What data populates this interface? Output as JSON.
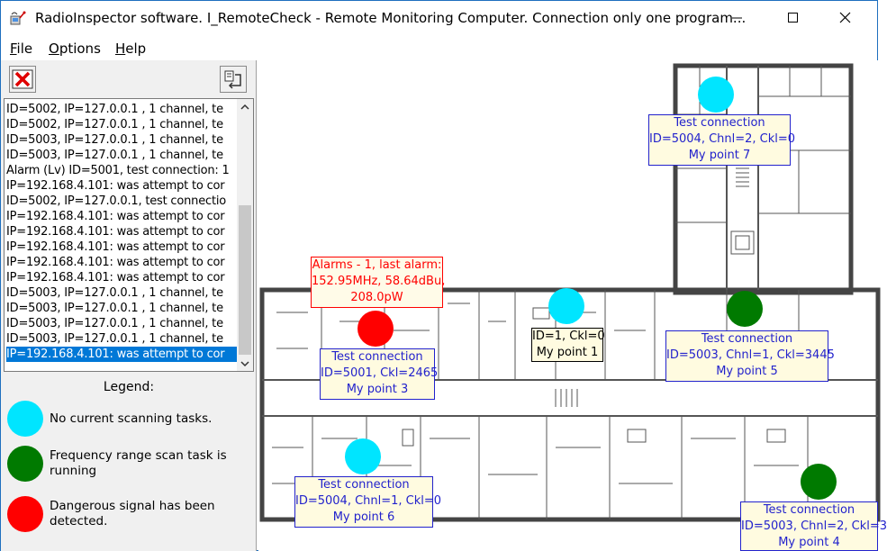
{
  "window": {
    "title": "RadioInspector software. I_RemoteCheck - Remote Monitoring Computer. Connection only one program..."
  },
  "menu": [
    "File",
    "Options",
    "Help"
  ],
  "log": [
    "ID=5002, IP=127.0.0.1 , 1 channel, te",
    "ID=5002, IP=127.0.0.1 , 1 channel, te",
    "ID=5003, IP=127.0.0.1 , 1 channel, te",
    "ID=5003, IP=127.0.0.1 , 1 channel, te",
    "Alarm (Lv) ID=5001, test connection: 1",
    "IP=192.168.4.101: was attempt to cor",
    "ID=5002, IP=127.0.0.1, test connectio",
    "IP=192.168.4.101: was attempt to cor",
    "IP=192.168.4.101: was attempt to cor",
    "IP=192.168.4.101: was attempt to cor",
    "IP=192.168.4.101: was attempt to cor",
    "IP=192.168.4.101: was attempt to cor",
    "ID=5003, IP=127.0.0.1 , 1 channel, te",
    "ID=5003, IP=127.0.0.1 , 1 channel, te",
    "ID=5003, IP=127.0.0.1 , 1 channel, te",
    "ID=5003, IP=127.0.0.1 , 1 channel, te",
    "IP=192.168.4.101: was attempt to cor"
  ],
  "legend": {
    "title": "Legend:",
    "items": [
      {
        "color": "#00e5ff",
        "text": "No current scanning tasks."
      },
      {
        "color": "#007a00",
        "text": "Frequency range scan task is running"
      },
      {
        "color": "#ff0000",
        "text": "Dangerous signal has been detected."
      }
    ]
  },
  "colors": {
    "idle": "#00e5ff",
    "scanning": "#007a00",
    "alarm": "#ff0000",
    "label_text": "#2222cc",
    "selection": "#0078d7"
  },
  "points": {
    "p7": {
      "state": "idle",
      "lines": [
        "Test connection",
        "ID=5004, Chnl=2, Ckl=0",
        "My point 7"
      ]
    },
    "p1": {
      "state": "idle",
      "lines": [
        "ID=1, Ckl=0",
        "My point 1"
      ]
    },
    "p5": {
      "state": "scanning",
      "lines": [
        "Test connection",
        "ID=5003, Chnl=1, Ckl=3445",
        "My point 5"
      ]
    },
    "p3": {
      "state": "alarm",
      "alarm_lines": [
        "Alarms - 1, last alarm:",
        "152.95MHz, 58.64dBu,",
        "208.0pW"
      ],
      "lines": [
        "Test connection",
        "ID=5001, Ckl=2465",
        "My point 3"
      ]
    },
    "p6": {
      "state": "idle",
      "lines": [
        "Test connection",
        "ID=5004, Chnl=1, Ckl=0",
        "My point 6"
      ]
    },
    "p4": {
      "state": "scanning",
      "lines": [
        "Test connection",
        "ID=5003, Chnl=2, Ckl=3",
        "My point 4"
      ]
    }
  }
}
